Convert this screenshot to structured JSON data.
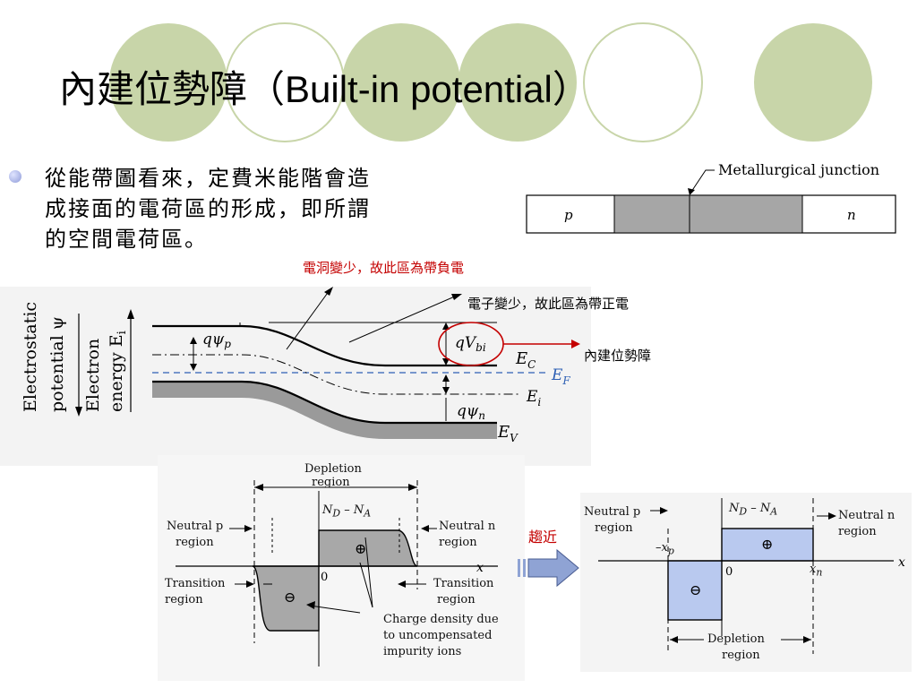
{
  "slide": {
    "title_cjk_a": "內建位勢障（",
    "title_latin": "Built-in potential",
    "title_cjk_b": "）",
    "bullet_lines": [
      "從能帶圖看來，定費米能階會造",
      "成接面的電荷區的形成，即所謂",
      "的空間電荷區。"
    ],
    "note_holes": "電洞變少，故此區為帶負電",
    "note_electrons": "電子變少，故此區為帶正電",
    "note_builtin": "內建位勢障",
    "note_approach": "趨近"
  },
  "junction_bar": {
    "caption": "Metallurgical junction",
    "left_label": "p",
    "right_label": "n"
  },
  "band_diagram": {
    "axis1": "Electrostatic",
    "axis1b": "potential ψ",
    "axis2": "Electron",
    "axis2b": "energy E",
    "axis2_sub": "i",
    "q_psi_p": "qψ",
    "q_psi_p_sub": "p",
    "q_vbi": "qV",
    "q_vbi_sub": "bi",
    "ec": "E",
    "ec_sub": "C",
    "ef": "E",
    "ef_sub": "F",
    "ei": "E",
    "ei_sub": "i",
    "q_psi_n": "qψ",
    "q_psi_n_sub": "n",
    "ev": "E",
    "ev_sub": "V"
  },
  "charge_left": {
    "depletion1": "Depletion",
    "depletion2": "region",
    "nd_na": "N",
    "nd_sub": "D",
    "nd_mid": " – N",
    "na_sub": "A",
    "neutral_p1": "Neutral p",
    "neutral_p2": "region",
    "neutral_n1": "Neutral n",
    "neutral_n2": "region",
    "transition_l1": "Transition",
    "transition_l2": "region",
    "transition_r1": "Transition",
    "transition_r2": "region",
    "zero": "0",
    "x": "x",
    "plus": "⊕",
    "minus": "⊖",
    "charge1": "Charge density due",
    "charge2": "to uncompensated",
    "charge3": "impurity ions"
  },
  "charge_right": {
    "neutral_p1": "Neutral p",
    "neutral_p2": "region",
    "neutral_n1": "Neutral n",
    "neutral_n2": "region",
    "nd_na": "N",
    "nd_sub": "D",
    "nd_mid": " – N",
    "na_sub": "A",
    "xp": "–x",
    "xp_sub": "p",
    "xn": "x",
    "xn_sub": "n",
    "zero": "0",
    "x": "x",
    "plus": "⊕",
    "minus": "⊖",
    "depletion1": "Depletion",
    "depletion2": "region"
  },
  "colors": {
    "circle_fill": "#c8d5a9",
    "circle_stroke": "#b5c78e",
    "accent_red": "#c40000",
    "ef_blue": "#2d5fb4",
    "depletion_gray": "#b3b3b3",
    "depletion_blue": "#b9c9ef",
    "arrow_block": "#8fa3d4"
  }
}
